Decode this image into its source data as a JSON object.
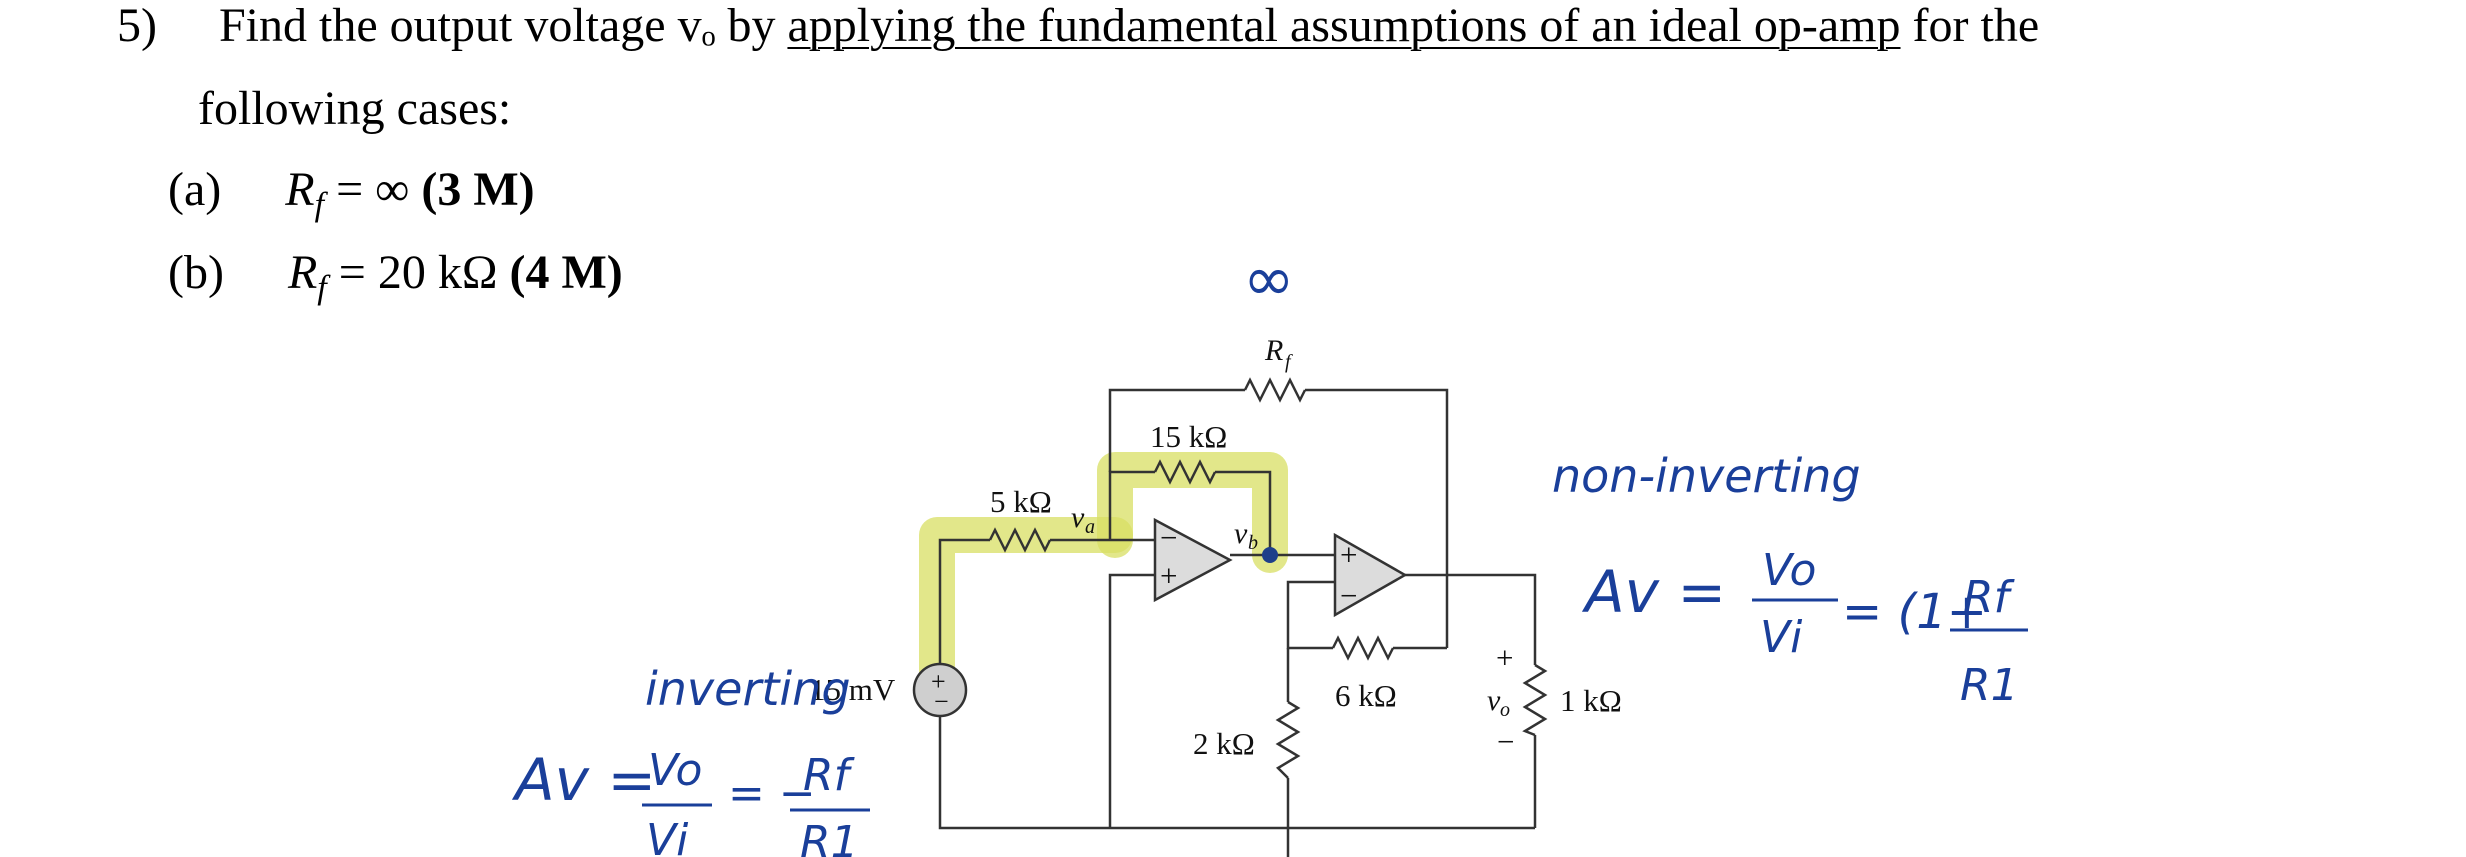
{
  "question": {
    "number": "5)",
    "line1_pre": "Find the output voltage vₒ by ",
    "line1_underlined": "applying the fundamental assumptions of an ideal op-amp",
    "line1_post": " for the",
    "line2": "following cases:",
    "cases": [
      {
        "label": "(a)",
        "var": "R",
        "sub": "f",
        "eq": " = ∞ ",
        "marks": "(3 M)"
      },
      {
        "label": "(b)",
        "var": "R",
        "sub": "f",
        "eq": " = 20 kΩ ",
        "marks": "(4 M)"
      }
    ]
  },
  "circuit": {
    "rf_label": "R",
    "rf_sub": "f",
    "r15": "15 kΩ",
    "r5": "5 kΩ",
    "r6": "6 kΩ",
    "r2": "2 kΩ",
    "r1": "1 kΩ",
    "source": "15 mV",
    "va": "v",
    "va_sub": "a",
    "vb": "v",
    "vb_sub": "b",
    "vo": "v",
    "vo_sub": "o",
    "plus": "+",
    "minus": "−"
  },
  "annotations": {
    "infinity": "∞",
    "non_inverting": "non-inverting",
    "av_noninv_lhs": "Av =",
    "vo": "Vo",
    "vi": "Vi",
    "equals_one_plus": "= (1+",
    "rf": "Rf",
    "r1": "R1",
    "inverting": "inverting",
    "av_inv_lhs": "Av =",
    "equals_minus": "= −",
    "rf2": "Rf",
    "r1b": "R1"
  },
  "colors": {
    "text": "#000000",
    "ink": "#1a3f9a",
    "highlight": "#d8df63",
    "wire": "#333333",
    "source_fill": "#cfcfcf"
  }
}
